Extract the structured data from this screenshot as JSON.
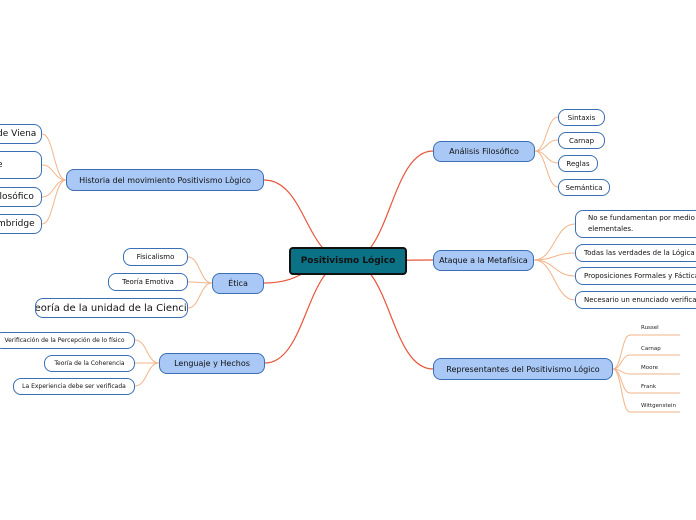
{
  "central": "Positivismo Lógico",
  "branches": {
    "historia": {
      "label": "Historia del movimiento Positivismo Lògico",
      "children": [
        "de Viena",
        "e",
        "ilosófico",
        "mbridge"
      ]
    },
    "etica": {
      "label": "Ética",
      "children": [
        "Fisicalismo",
        "Teoría Emotiva",
        "Teoría de la unidad de la Ciencia"
      ]
    },
    "lenguaje": {
      "label": "Lenguaje y Hechos",
      "children": [
        "Verificación de la Percepción de lo físico",
        "Teoría de la Coherencia",
        "La Experiencia debe ser verificada"
      ]
    },
    "analisis": {
      "label": "Análisis Filosófico",
      "children": [
        "Sintaxis",
        "Carnap",
        "Reglas",
        "Semántica"
      ]
    },
    "ataque": {
      "label": "Ataque a la Metafísica",
      "children": [
        "No se fundamentan por medio elementales.",
        "Todas las verdades de la Lógica s",
        "Proposiciones Formales y Fácticas",
        "Necesario un enunciado verificab"
      ]
    },
    "representantes": {
      "label": "Representantes del Positivismo Lógico",
      "children": [
        "Russel",
        "Carnap",
        "Moore",
        "Frank",
        "Wittgenstein"
      ]
    }
  },
  "colors": {
    "central_fill": "#0b7285",
    "main_fill": "#a9c8f5",
    "main_border": "#3a6fb5",
    "connector_main": "#e8563a",
    "connector_sub": "#f2b48a"
  }
}
